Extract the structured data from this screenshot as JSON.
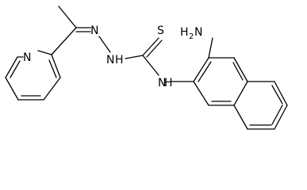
{
  "molecule": {
    "atoms": {
      "n_hydrazone": "N",
      "nh_hydrazine": "N",
      "h_hydrazine": "H",
      "s_thione": "S",
      "n_amide": "N",
      "h_amide": "H",
      "n_pyridine": "N",
      "h2n_prefix": "H",
      "h2n_subscript": "2",
      "h2n_n": "N"
    },
    "colors": {
      "bond": "#000000",
      "label": "#000000",
      "background": "#ffffff"
    }
  }
}
